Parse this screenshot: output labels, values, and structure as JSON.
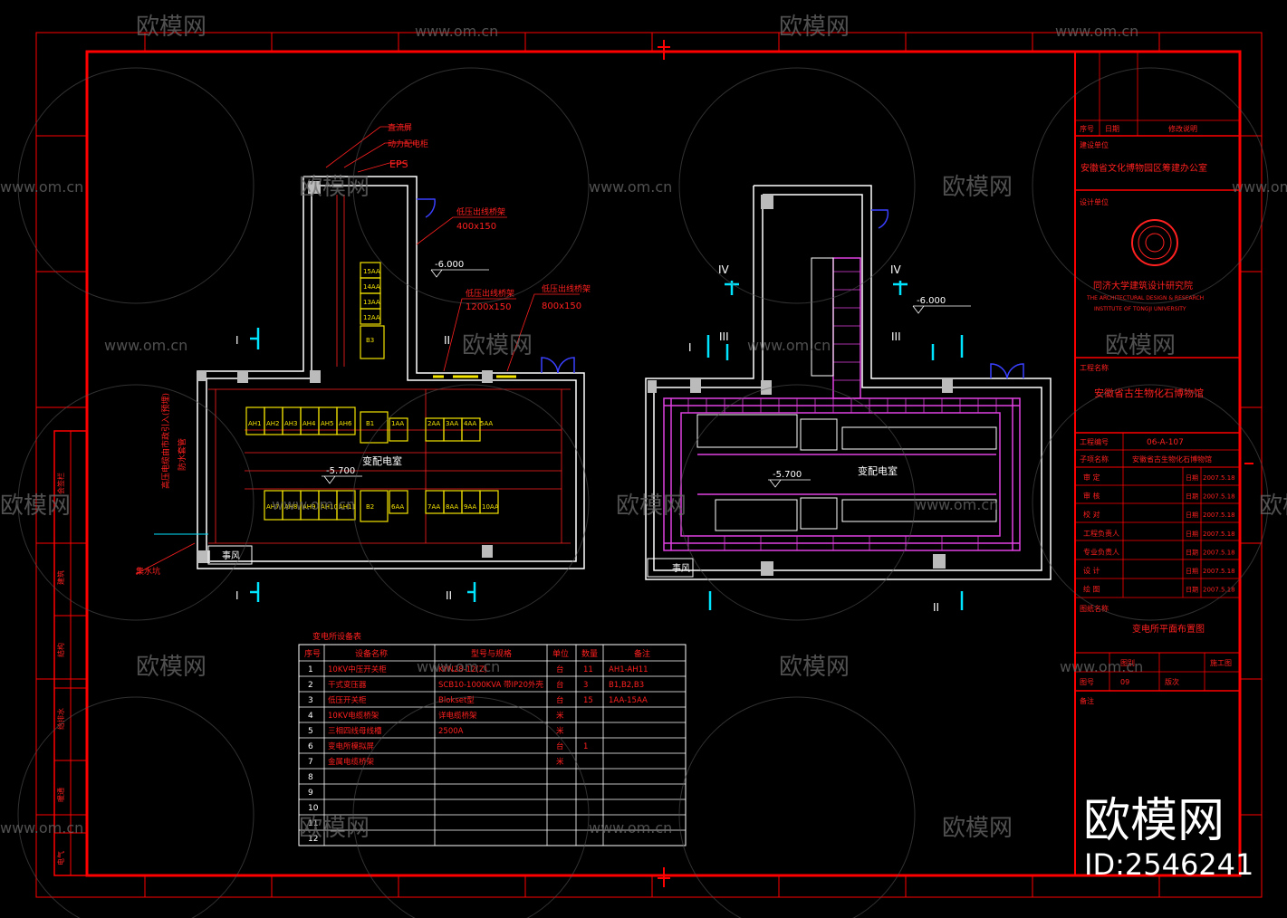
{
  "colors": {
    "frame": "#ff0000",
    "wall": "#ffffff",
    "equipment": "#f5e400",
    "cable_tray": "#e040e0",
    "door": "#3a40ff",
    "section_mark": "#00e5ff",
    "background": "#000000"
  },
  "watermark": {
    "site": "www.om.cn",
    "brand": "欧模网",
    "id_label": "ID:2546241"
  },
  "plan_left": {
    "room_label": "变配电室",
    "level": "-5.700",
    "level_top": "-6.000",
    "fan_room": "事风",
    "water_pit": "集水坑",
    "callouts": [
      "直流屏",
      "动力配电柜",
      "EPS"
    ],
    "busway_1": {
      "title": "低压出线桥架",
      "size": "400x150"
    },
    "busway_2": {
      "title": "低压出线桥架",
      "size": "1200x150"
    },
    "busway_3": {
      "title": "低压出线桥架",
      "size": "800x150"
    },
    "vertical_note": "高压电缆由市政引入(预埋)",
    "vertical_note_2": "防水套管",
    "cabinet_row_top": [
      "AH1",
      "AH2",
      "AH3",
      "AH4",
      "AH5",
      "AH6",
      "B1",
      "1AA",
      "2AA",
      "3AA",
      "4AA",
      "5AA"
    ],
    "cabinet_row_bottom": [
      "AH7",
      "AH8",
      "AH9",
      "AH10",
      "AH11",
      "B2",
      "6AA",
      "7AA",
      "8AA",
      "9AA",
      "10AA"
    ],
    "cabinet_column": [
      "15AA",
      "14AA",
      "13AA",
      "12AA",
      "B3"
    ],
    "section_marks": [
      "I",
      "I",
      "II",
      "II"
    ]
  },
  "plan_right": {
    "room_label": "变配电室",
    "level": "-5.700",
    "level_top": "-6.000",
    "fan_room": "事风",
    "section_marks": [
      "IV",
      "IV",
      "III",
      "III",
      "I",
      "II"
    ]
  },
  "equipment_table": {
    "title": "变电所设备表",
    "headers": [
      "序号",
      "设备名称",
      "型号与规格",
      "单位",
      "数量",
      "备注"
    ],
    "rows": [
      [
        "1",
        "10KV中压开关柜",
        "KYN28-12(Z)",
        "台",
        "11",
        "AH1-AH11"
      ],
      [
        "2",
        "干式变压器",
        "SCB10-1000KVA 带IP20外壳",
        "台",
        "3",
        "B1,B2,B3"
      ],
      [
        "3",
        "低压开关柜",
        "Blokset型",
        "台",
        "15",
        "1AA-15AA"
      ],
      [
        "4",
        "10KV电缆桥架",
        "详电缆桥架",
        "米",
        "",
        ""
      ],
      [
        "5",
        "三相四线母线槽",
        "2500A",
        "米",
        "",
        ""
      ],
      [
        "6",
        "变电所模拟屏",
        "",
        "台",
        "1",
        ""
      ],
      [
        "7",
        "金属电缆桥架",
        "",
        "米",
        "",
        ""
      ],
      [
        "8",
        "",
        "",
        "",
        "",
        ""
      ],
      [
        "9",
        "",
        "",
        "",
        "",
        ""
      ],
      [
        "10",
        "",
        "",
        "",
        "",
        ""
      ],
      [
        "11",
        "",
        "",
        "",
        "",
        ""
      ],
      [
        "12",
        "",
        "",
        "",
        "",
        ""
      ]
    ]
  },
  "title_block": {
    "rev_headers": [
      "序号",
      "日期",
      "修改说明"
    ],
    "client_label": "建设单位",
    "client": "安徽省文化博物园区筹建办公室",
    "designer_label": "设计单位",
    "designer_cn": "同济大学建筑设计研究院",
    "designer_en_1": "THE ARCHITECTURAL DESIGN & RESEARCH",
    "designer_en_2": "INSTITUTE OF TONGJI UNIVERSITY",
    "project_label": "工程名称",
    "project": "安徽省古生物化石博物馆",
    "project_no_label": "工程编号",
    "project_no": "06-A-107",
    "sub_label": "子项名称",
    "sub_project": "安徽省古生物化石博物馆",
    "signoffs": [
      {
        "role": "审 定",
        "date": "2007.5.18"
      },
      {
        "role": "审 核",
        "date": "2007.5.18"
      },
      {
        "role": "校 对",
        "date": "2007.5.18"
      },
      {
        "role": "工程负责人",
        "date": "2007.5.18"
      },
      {
        "role": "专业负责人",
        "date": "2007.5.18"
      },
      {
        "role": "设 计",
        "date": "2007.5.18"
      },
      {
        "role": "绘 图",
        "date": "2007.5.18"
      }
    ],
    "date_label": "日期",
    "drawing_name_label": "图纸名称",
    "drawing_name": "变电所平面布置图",
    "stage": "施工图",
    "drawing_no_label": "图号",
    "drawing_no": "09",
    "version_label": "版次",
    "notes_label": "备注",
    "sheet_scale": "图别"
  },
  "left_strip": [
    "会签栏",
    "建筑",
    "结构",
    "给排水",
    "暖通",
    "电气"
  ]
}
